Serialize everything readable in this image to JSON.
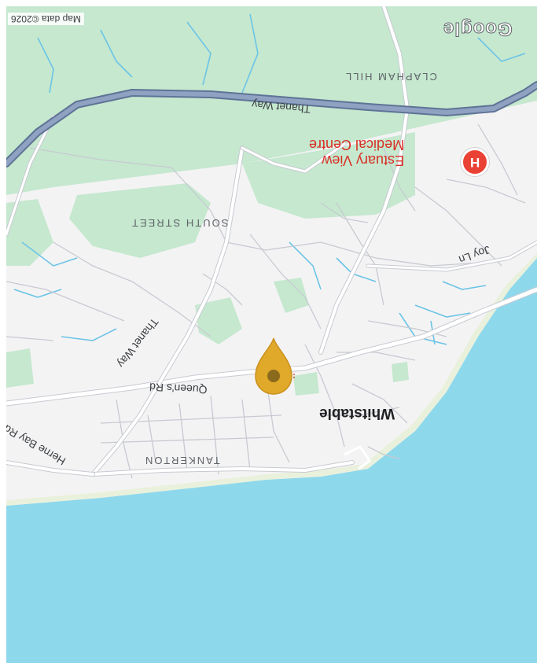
{
  "map": {
    "brand": "Google",
    "attribution": "Map data ©2026",
    "orientation": "rotated 180°",
    "colors": {
      "land": "#f4f3f4",
      "sea": "#8ed8ec",
      "park": "#c5e8cf",
      "road": "#ffffff",
      "road_outline": "#c7cad1",
      "highway": "#7c8fb0",
      "river": "#6cc4e6",
      "hospital": "#e94235",
      "pin": "#e0a92a"
    },
    "labels": {
      "clapham_hill": "CLAPHAM HILL",
      "thanet_way_top": "Thanet Way",
      "south_street": "SOUTH STREET",
      "joy_ln": "Joy Ln",
      "thanet_way_left": "Thanet Way",
      "queens_rd": "Queen's Rd",
      "whitstable": "Whitstable",
      "tankerton": "TANKERTON",
      "herne_bay_rd": "Herne Bay Rd"
    },
    "poi": {
      "hospital_name_line1": "Estuary View",
      "hospital_name_line2": "Medical Centre",
      "hospital_icon_letter": "H"
    },
    "pin_icon": "map-pin-icon"
  }
}
